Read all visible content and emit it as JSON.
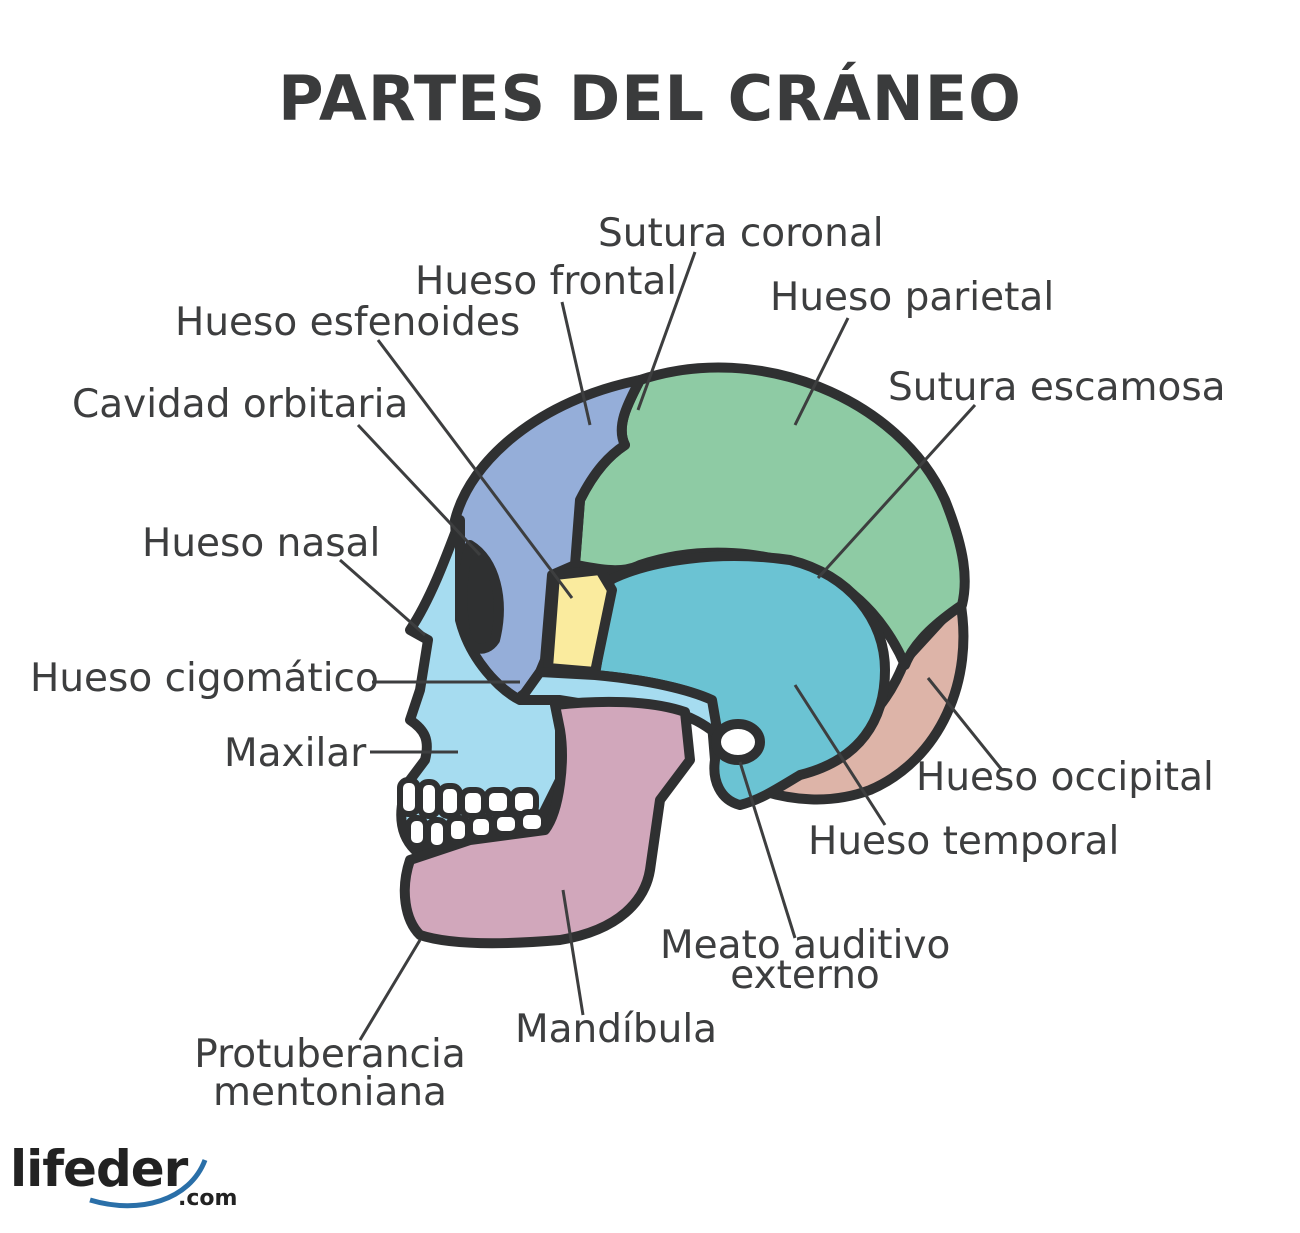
{
  "title": "PARTES DEL CRÁNEO",
  "labels": {
    "sutura_coronal": "Sutura coronal",
    "hueso_frontal": "Hueso frontal",
    "hueso_parietal": "Hueso parietal",
    "hueso_esfenoides": "Hueso esfenoides",
    "sutura_escamosa": "Sutura escamosa",
    "cavidad_orbitaria": "Cavidad orbitaria",
    "hueso_nasal": "Hueso nasal",
    "hueso_cigomatico": "Hueso cigomático",
    "maxilar": "Maxilar",
    "hueso_occipital": "Hueso occipital",
    "hueso_temporal": "Hueso temporal",
    "meato_line1": "Meato auditivo",
    "meato_line2": "externo",
    "mandibula": "Mandíbula",
    "protuberancia_line1": "Protuberancia",
    "protuberancia_line2": "mentoniana"
  },
  "logo": {
    "name": "lifeder",
    "suffix": ".com"
  },
  "colors": {
    "frontal": "#95aed9",
    "parietal": "#8ecba4",
    "temporal": "#6bc3d3",
    "occipital": "#ddb4a8",
    "sphenoid": "#faeb9e",
    "face": "#a6dcf0",
    "mandible": "#d1a7bb",
    "outline": "#2f3031",
    "text": "#3d3e3f"
  }
}
